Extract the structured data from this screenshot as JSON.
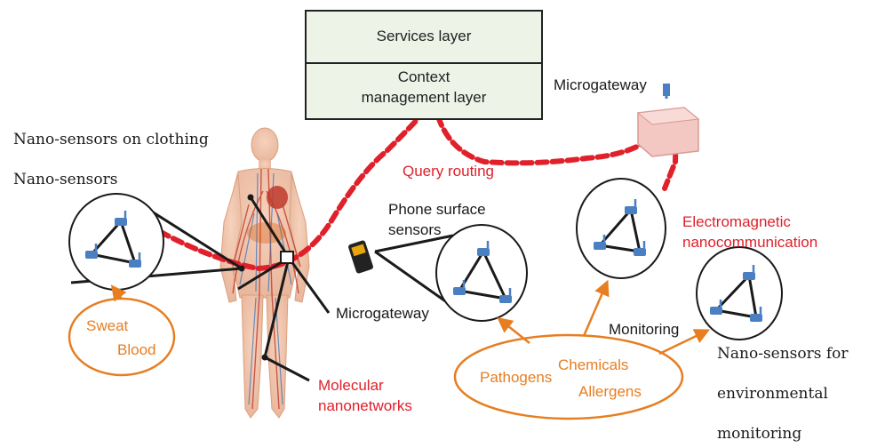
{
  "layers": {
    "top": "Services layer",
    "bottom_line1": "Context",
    "bottom_line2": "management layer"
  },
  "labels": {
    "microgateway_top": "Microgateway",
    "nano_clothing": "Nano-sensors on clothing",
    "nano_sensors": "Nano-sensors",
    "query_routing": "Query routing",
    "phone_line1": "Phone surface",
    "phone_line2": "sensors",
    "em_line1": "Electromagnetic",
    "em_line2": "nanocommunication",
    "microgateway_body": "Microgateway",
    "monitoring": "Monitoring",
    "env_line1": "Nano-sensors for",
    "env_line2": "environmental",
    "env_line3": "monitoring",
    "sweat": "Sweat",
    "blood": "Blood",
    "molecular_line1": "Molecular",
    "molecular_line2": "nanonetworks",
    "pathogens": "Pathogens",
    "chemicals": "Chemicals",
    "allergens": "Allergens"
  },
  "colors": {
    "route": "#e0202a",
    "accent": "#e67e22",
    "node": "#4a7fc1",
    "line": "#1a1a1a"
  }
}
